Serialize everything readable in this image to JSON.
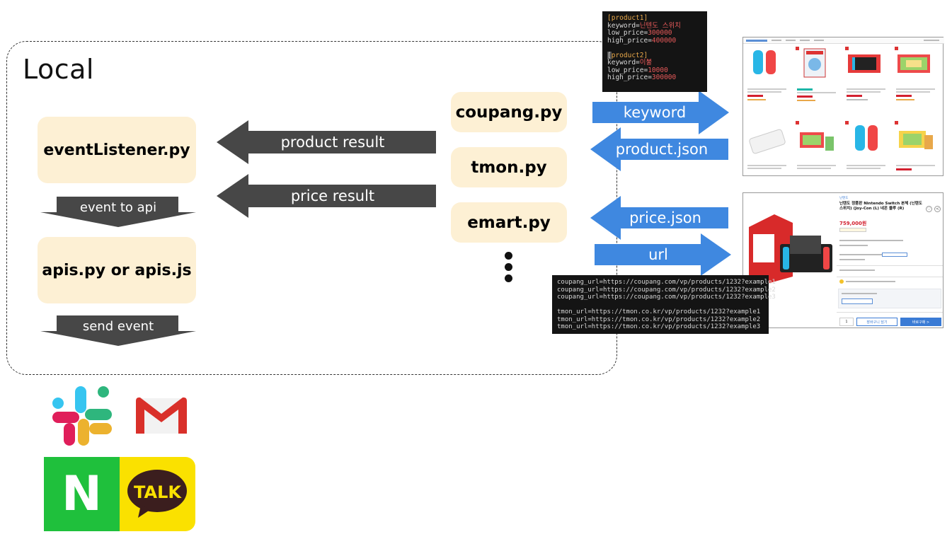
{
  "local": {
    "title": "Local"
  },
  "nodes": {
    "event_listener": "eventListener.py",
    "apis": "apis.py or apis.js",
    "coupang": "coupang.py",
    "tmon": "tmon.py",
    "emart": "emart.py"
  },
  "flows": {
    "event_to_api": "event to api",
    "send_event": "send event",
    "product_result": "product result",
    "price_result": "price result",
    "keyword": "keyword",
    "product_json": "product.json",
    "price_json": "price.json",
    "url": "url"
  },
  "config_terminal": {
    "section1": "[product1]",
    "kw_label1": "keyword=",
    "kw_value1": "닌텐도 스위치",
    "low_label1": "low_price=",
    "low_value1": "300000",
    "high_label1": "high_price=",
    "high_value1": "400000",
    "section2": "product2",
    "kw_label2": "keyword=",
    "kw_value2": "이불",
    "low_label2": "low_price=",
    "low_value2": "10000",
    "high_label2": "high_price=",
    "high_value2": "300000"
  },
  "url_terminal": {
    "lines": [
      "coupang_url=https://coupang.com/vp/products/1232?example1",
      "coupang_url=https://coupang.com/vp/products/1232?example2",
      "coupang_url=https://coupang.com/vp/products/1232?example3",
      "",
      "tmon_url=https://tmon.co.kr/vp/products/1232?example1",
      "tmon_url=https://tmon.co.kr/vp/products/1232?example2",
      "tmon_url=https://tmon.co.kr/vp/products/1232?example3"
    ]
  },
  "product_page": {
    "brand": "닌텐도",
    "title": "닌텐도 정품판 Nintendo Switch 본체 (닌텐도 스위치) (Joy-Con (L) 네온 블루 (R)",
    "price": "759,000원",
    "cart_button": "장바구니 담기",
    "buy_button": "바로구매 >",
    "quantity": "1"
  },
  "colors": {
    "node_fill": "#fdf0d4",
    "dark_arrow": "#474747",
    "blue_arrow": "#3f88e0",
    "naver_green": "#1fc03c",
    "kakao_yellow": "#fae100"
  },
  "icons": [
    "slack-icon",
    "gmail-icon",
    "naver-icon",
    "kakaotalk-icon"
  ],
  "kakao_label": "TALK",
  "naver_label": "N"
}
